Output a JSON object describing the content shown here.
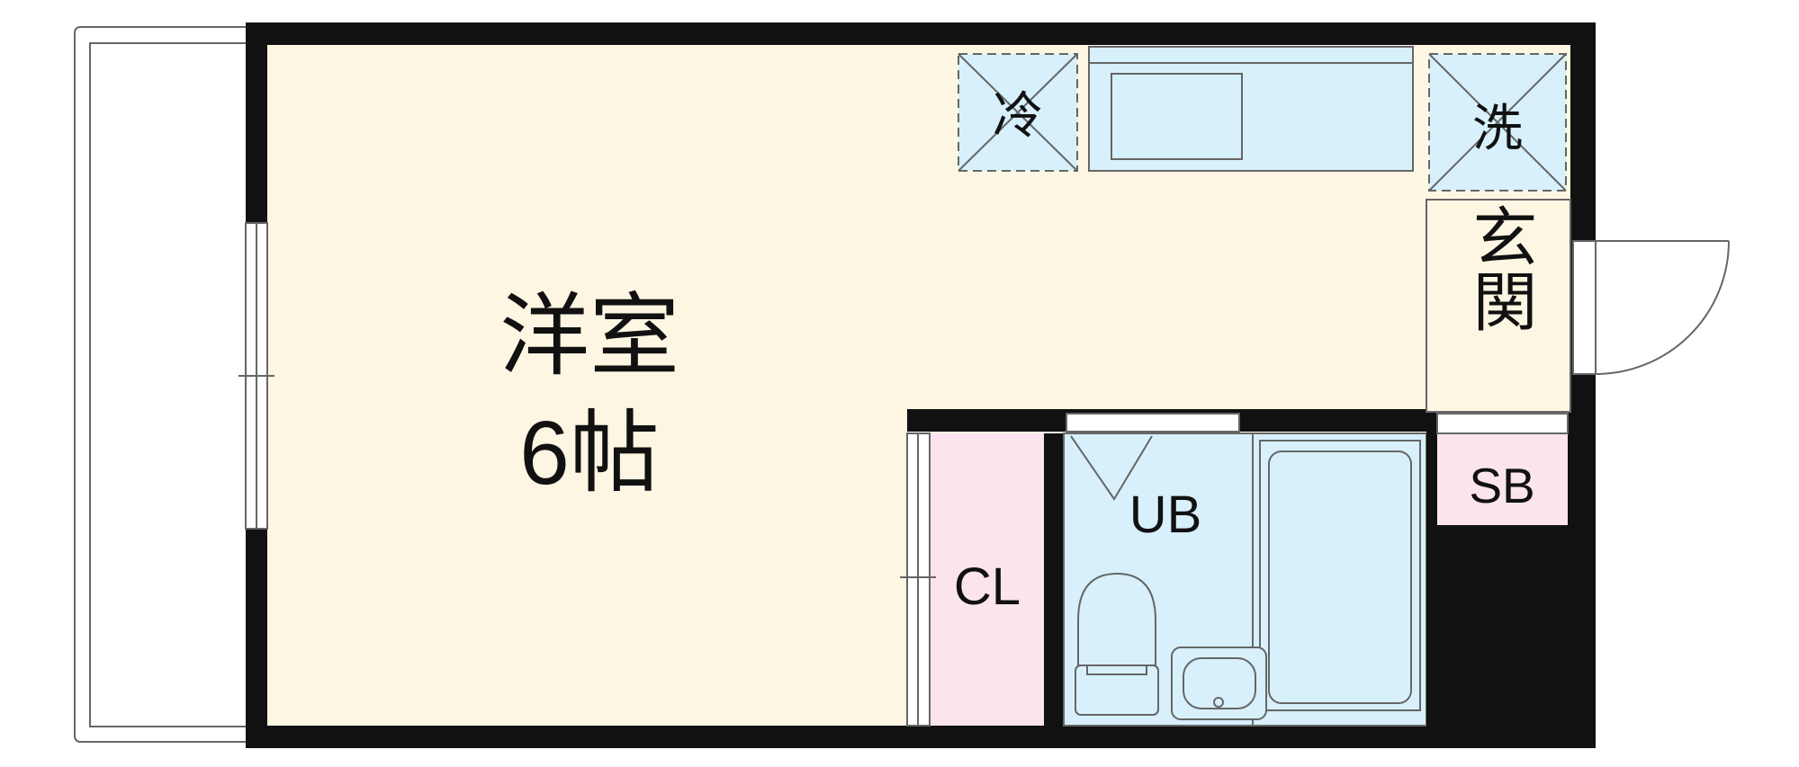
{
  "rooms": {
    "western_room": {
      "name": "洋室",
      "size": "6帖"
    },
    "closet": "CL",
    "unit_bath": "UB",
    "shoe_box": "SB",
    "entrance": "玄関"
  },
  "appliances": {
    "fridge": "冷",
    "washer": "洗"
  },
  "colors": {
    "wall": "#111111",
    "western_room_fill": "#fdf6e3",
    "water_area_fill": "#d7f0fb",
    "closet_fill": "#fce4ee",
    "line": "#666666"
  }
}
